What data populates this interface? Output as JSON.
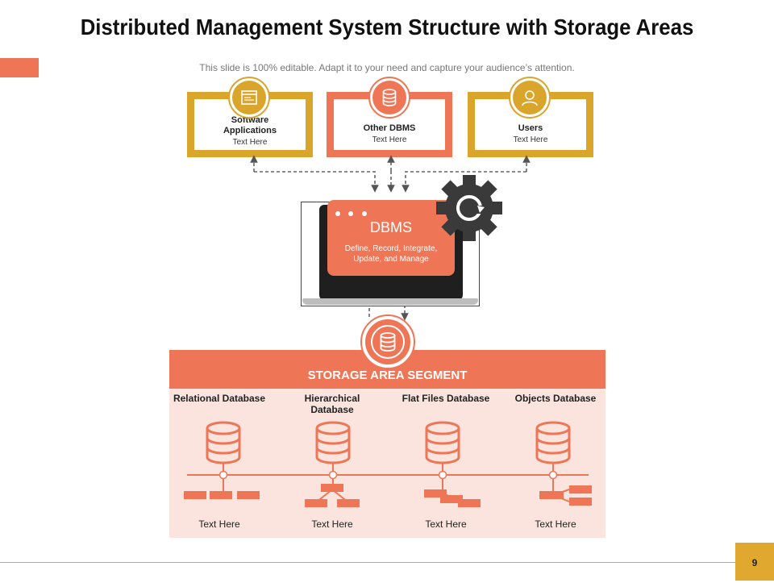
{
  "title": "Distributed Management System Structure with Storage Areas",
  "subtitle": "This slide is 100% editable. Adapt it to your need and capture your audience’s attention.",
  "top_boxes": [
    {
      "label": "Software Applications",
      "sub": "Text Here",
      "icon": "browser-window-icon",
      "color": "#D9A52B"
    },
    {
      "label": "Other DBMS",
      "sub": "Text Here",
      "icon": "database-icon",
      "color": "#EE7656"
    },
    {
      "label": "Users",
      "sub": "Text Here",
      "icon": "user-icon",
      "color": "#D9A52B"
    }
  ],
  "dbms": {
    "title": "DBMS",
    "description": "Define, Record, Integrate, Update, and Manage",
    "icon": "gear-refresh-icon"
  },
  "storage": {
    "header": "STORAGE AREA SEGMENT",
    "icon": "database-icon",
    "columns": [
      {
        "title": "Relational Database",
        "footer": "Text Here"
      },
      {
        "title": "Hierarchical Database",
        "footer": "Text Here"
      },
      {
        "title": "Flat Files Database",
        "footer": "Text Here"
      },
      {
        "title": "Objects Database",
        "footer": "Text Here"
      }
    ]
  },
  "page_number": "9",
  "colors": {
    "orange": "#EE7656",
    "gold": "#D9A52B",
    "dark": "#3A3A3A"
  }
}
